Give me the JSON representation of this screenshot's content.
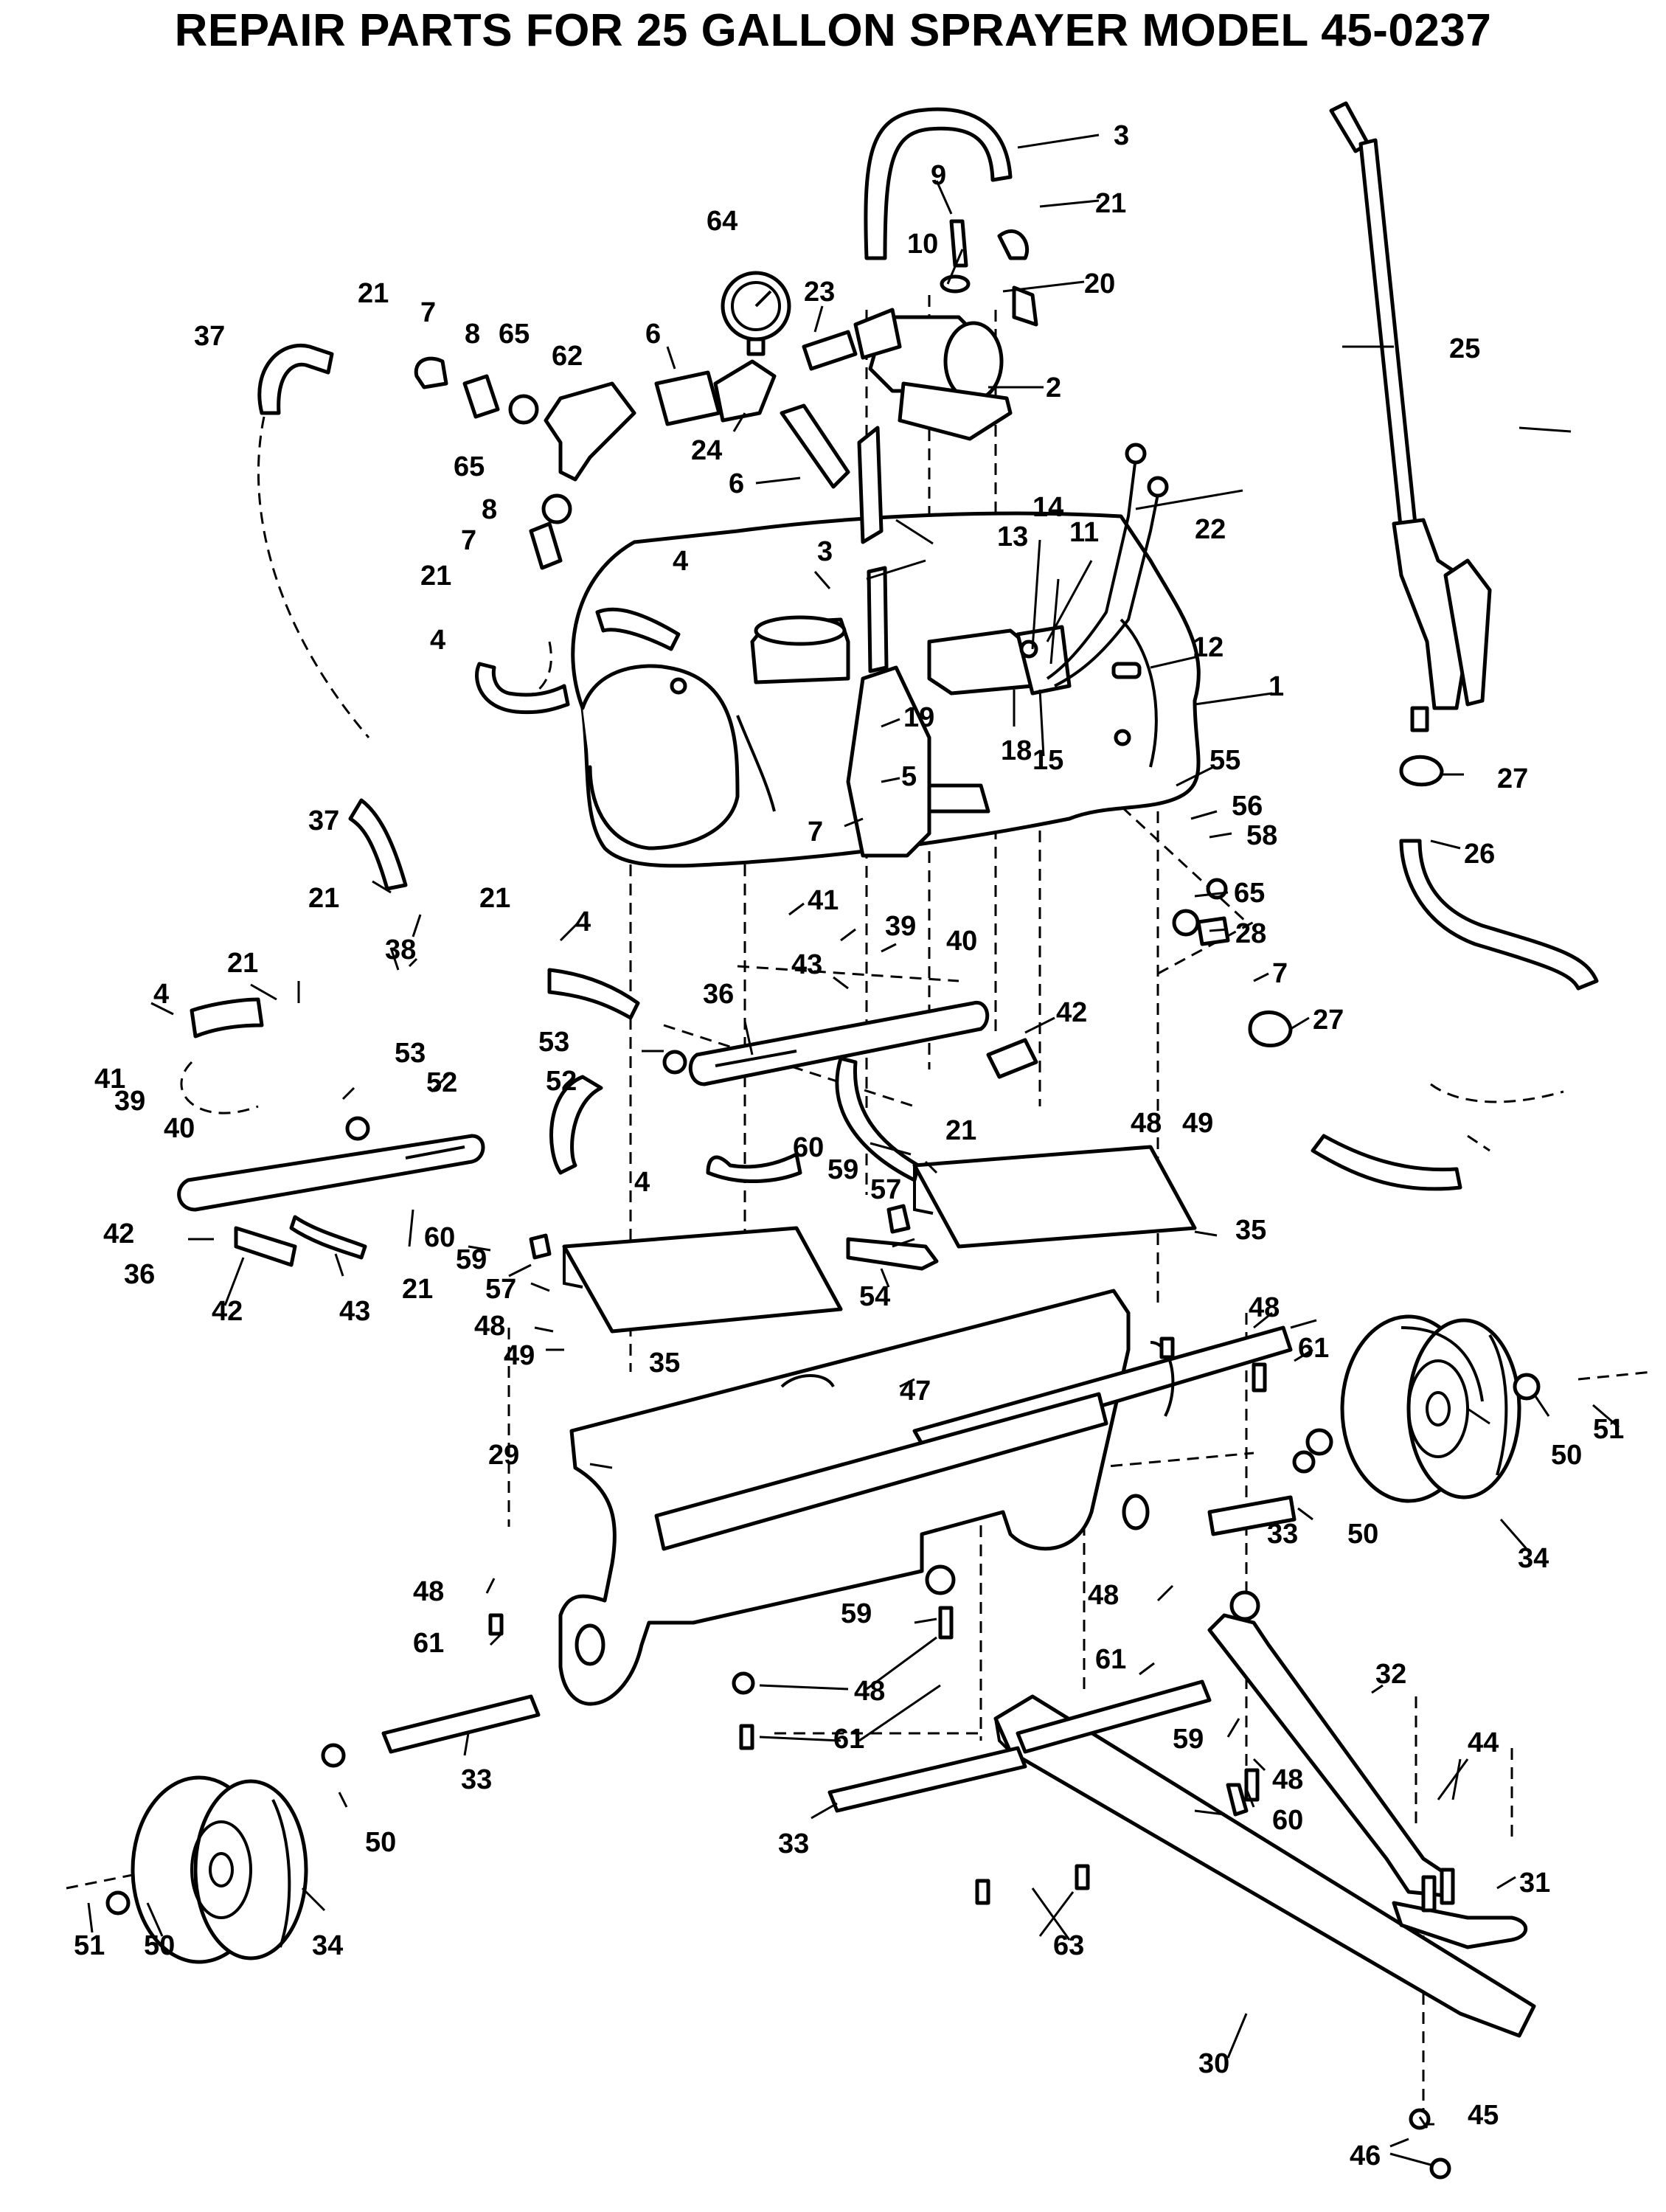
{
  "title": "REPAIR PARTS  FOR 25 GALLON SPRAYER MODEL 45-0237",
  "callouts": [
    {
      "id": "c1",
      "label": "1"
    },
    {
      "id": "c2",
      "label": "2"
    },
    {
      "id": "c3a",
      "label": "3"
    },
    {
      "id": "c3b",
      "label": "3"
    },
    {
      "id": "c4a",
      "label": "4"
    },
    {
      "id": "c4b",
      "label": "4"
    },
    {
      "id": "c4c",
      "label": "4"
    },
    {
      "id": "c4d",
      "label": "4"
    },
    {
      "id": "c4e",
      "label": "4"
    },
    {
      "id": "c5",
      "label": "5"
    },
    {
      "id": "c6a",
      "label": "6"
    },
    {
      "id": "c6b",
      "label": "6"
    },
    {
      "id": "c7a",
      "label": "7"
    },
    {
      "id": "c7b",
      "label": "7"
    },
    {
      "id": "c7c",
      "label": "7"
    },
    {
      "id": "c7d",
      "label": "7"
    },
    {
      "id": "c8a",
      "label": "8"
    },
    {
      "id": "c8b",
      "label": "8"
    },
    {
      "id": "c9",
      "label": "9"
    },
    {
      "id": "c10",
      "label": "10"
    },
    {
      "id": "c11",
      "label": "11"
    },
    {
      "id": "c12",
      "label": "12"
    },
    {
      "id": "c13",
      "label": "13"
    },
    {
      "id": "c14",
      "label": "14"
    },
    {
      "id": "c15",
      "label": "15"
    },
    {
      "id": "c18",
      "label": "18"
    },
    {
      "id": "c19",
      "label": "19"
    },
    {
      "id": "c20",
      "label": "20"
    },
    {
      "id": "c21a",
      "label": "21"
    },
    {
      "id": "c21b",
      "label": "21"
    },
    {
      "id": "c21c",
      "label": "21"
    },
    {
      "id": "c21d",
      "label": "21"
    },
    {
      "id": "c21e",
      "label": "21"
    },
    {
      "id": "c21f",
      "label": "21"
    },
    {
      "id": "c21g",
      "label": "21"
    },
    {
      "id": "c21h",
      "label": "21"
    },
    {
      "id": "c22",
      "label": "22"
    },
    {
      "id": "c23",
      "label": "23"
    },
    {
      "id": "c24",
      "label": "24"
    },
    {
      "id": "c25",
      "label": "25"
    },
    {
      "id": "c26",
      "label": "26"
    },
    {
      "id": "c27a",
      "label": "27"
    },
    {
      "id": "c27b",
      "label": "27"
    },
    {
      "id": "c28",
      "label": "28"
    },
    {
      "id": "c29",
      "label": "29"
    },
    {
      "id": "c30",
      "label": "30"
    },
    {
      "id": "c31",
      "label": "31"
    },
    {
      "id": "c32",
      "label": "32"
    },
    {
      "id": "c33a",
      "label": "33"
    },
    {
      "id": "c33b",
      "label": "33"
    },
    {
      "id": "c33c",
      "label": "33"
    },
    {
      "id": "c34a",
      "label": "34"
    },
    {
      "id": "c34b",
      "label": "34"
    },
    {
      "id": "c35a",
      "label": "35"
    },
    {
      "id": "c35b",
      "label": "35"
    },
    {
      "id": "c36a",
      "label": "36"
    },
    {
      "id": "c36b",
      "label": "36"
    },
    {
      "id": "c37a",
      "label": "37"
    },
    {
      "id": "c37b",
      "label": "37"
    },
    {
      "id": "c38",
      "label": "38"
    },
    {
      "id": "c39a",
      "label": "39"
    },
    {
      "id": "c39b",
      "label": "39"
    },
    {
      "id": "c40a",
      "label": "40"
    },
    {
      "id": "c40b",
      "label": "40"
    },
    {
      "id": "c41a",
      "label": "41"
    },
    {
      "id": "c41b",
      "label": "41"
    },
    {
      "id": "c42a",
      "label": "42"
    },
    {
      "id": "c42b",
      "label": "42"
    },
    {
      "id": "c42c",
      "label": "42"
    },
    {
      "id": "c43a",
      "label": "43"
    },
    {
      "id": "c43b",
      "label": "43"
    },
    {
      "id": "c44",
      "label": "44"
    },
    {
      "id": "c45",
      "label": "45"
    },
    {
      "id": "c46",
      "label": "46"
    },
    {
      "id": "c47",
      "label": "47"
    },
    {
      "id": "c48a",
      "label": "48"
    },
    {
      "id": "c48b",
      "label": "48"
    },
    {
      "id": "c48c",
      "label": "48"
    },
    {
      "id": "c48d",
      "label": "48"
    },
    {
      "id": "c48e",
      "label": "48"
    },
    {
      "id": "c48f",
      "label": "48"
    },
    {
      "id": "c48g",
      "label": "48"
    },
    {
      "id": "c48h",
      "label": "48"
    },
    {
      "id": "c49a",
      "label": "49"
    },
    {
      "id": "c49b",
      "label": "49"
    },
    {
      "id": "c50a",
      "label": "50"
    },
    {
      "id": "c50b",
      "label": "50"
    },
    {
      "id": "c50c",
      "label": "50"
    },
    {
      "id": "c50d",
      "label": "50"
    },
    {
      "id": "c51a",
      "label": "51"
    },
    {
      "id": "c51b",
      "label": "51"
    },
    {
      "id": "c52a",
      "label": "52"
    },
    {
      "id": "c52b",
      "label": "52"
    },
    {
      "id": "c53a",
      "label": "53"
    },
    {
      "id": "c53b",
      "label": "53"
    },
    {
      "id": "c54",
      "label": "54"
    },
    {
      "id": "c55",
      "label": "55"
    },
    {
      "id": "c56",
      "label": "56"
    },
    {
      "id": "c57a",
      "label": "57"
    },
    {
      "id": "c57b",
      "label": "57"
    },
    {
      "id": "c58",
      "label": "58"
    },
    {
      "id": "c59a",
      "label": "59"
    },
    {
      "id": "c59b",
      "label": "59"
    },
    {
      "id": "c59c",
      "label": "59"
    },
    {
      "id": "c59d",
      "label": "59"
    },
    {
      "id": "c60a",
      "label": "60"
    },
    {
      "id": "c60b",
      "label": "60"
    },
    {
      "id": "c60c",
      "label": "60"
    },
    {
      "id": "c61a",
      "label": "61"
    },
    {
      "id": "c61b",
      "label": "61"
    },
    {
      "id": "c61c",
      "label": "61"
    },
    {
      "id": "c61d",
      "label": "61"
    },
    {
      "id": "c62",
      "label": "62"
    },
    {
      "id": "c63",
      "label": "63"
    },
    {
      "id": "c64",
      "label": "64"
    },
    {
      "id": "c65a",
      "label": "65"
    },
    {
      "id": "c65b",
      "label": "65"
    },
    {
      "id": "c65c",
      "label": "65"
    }
  ]
}
